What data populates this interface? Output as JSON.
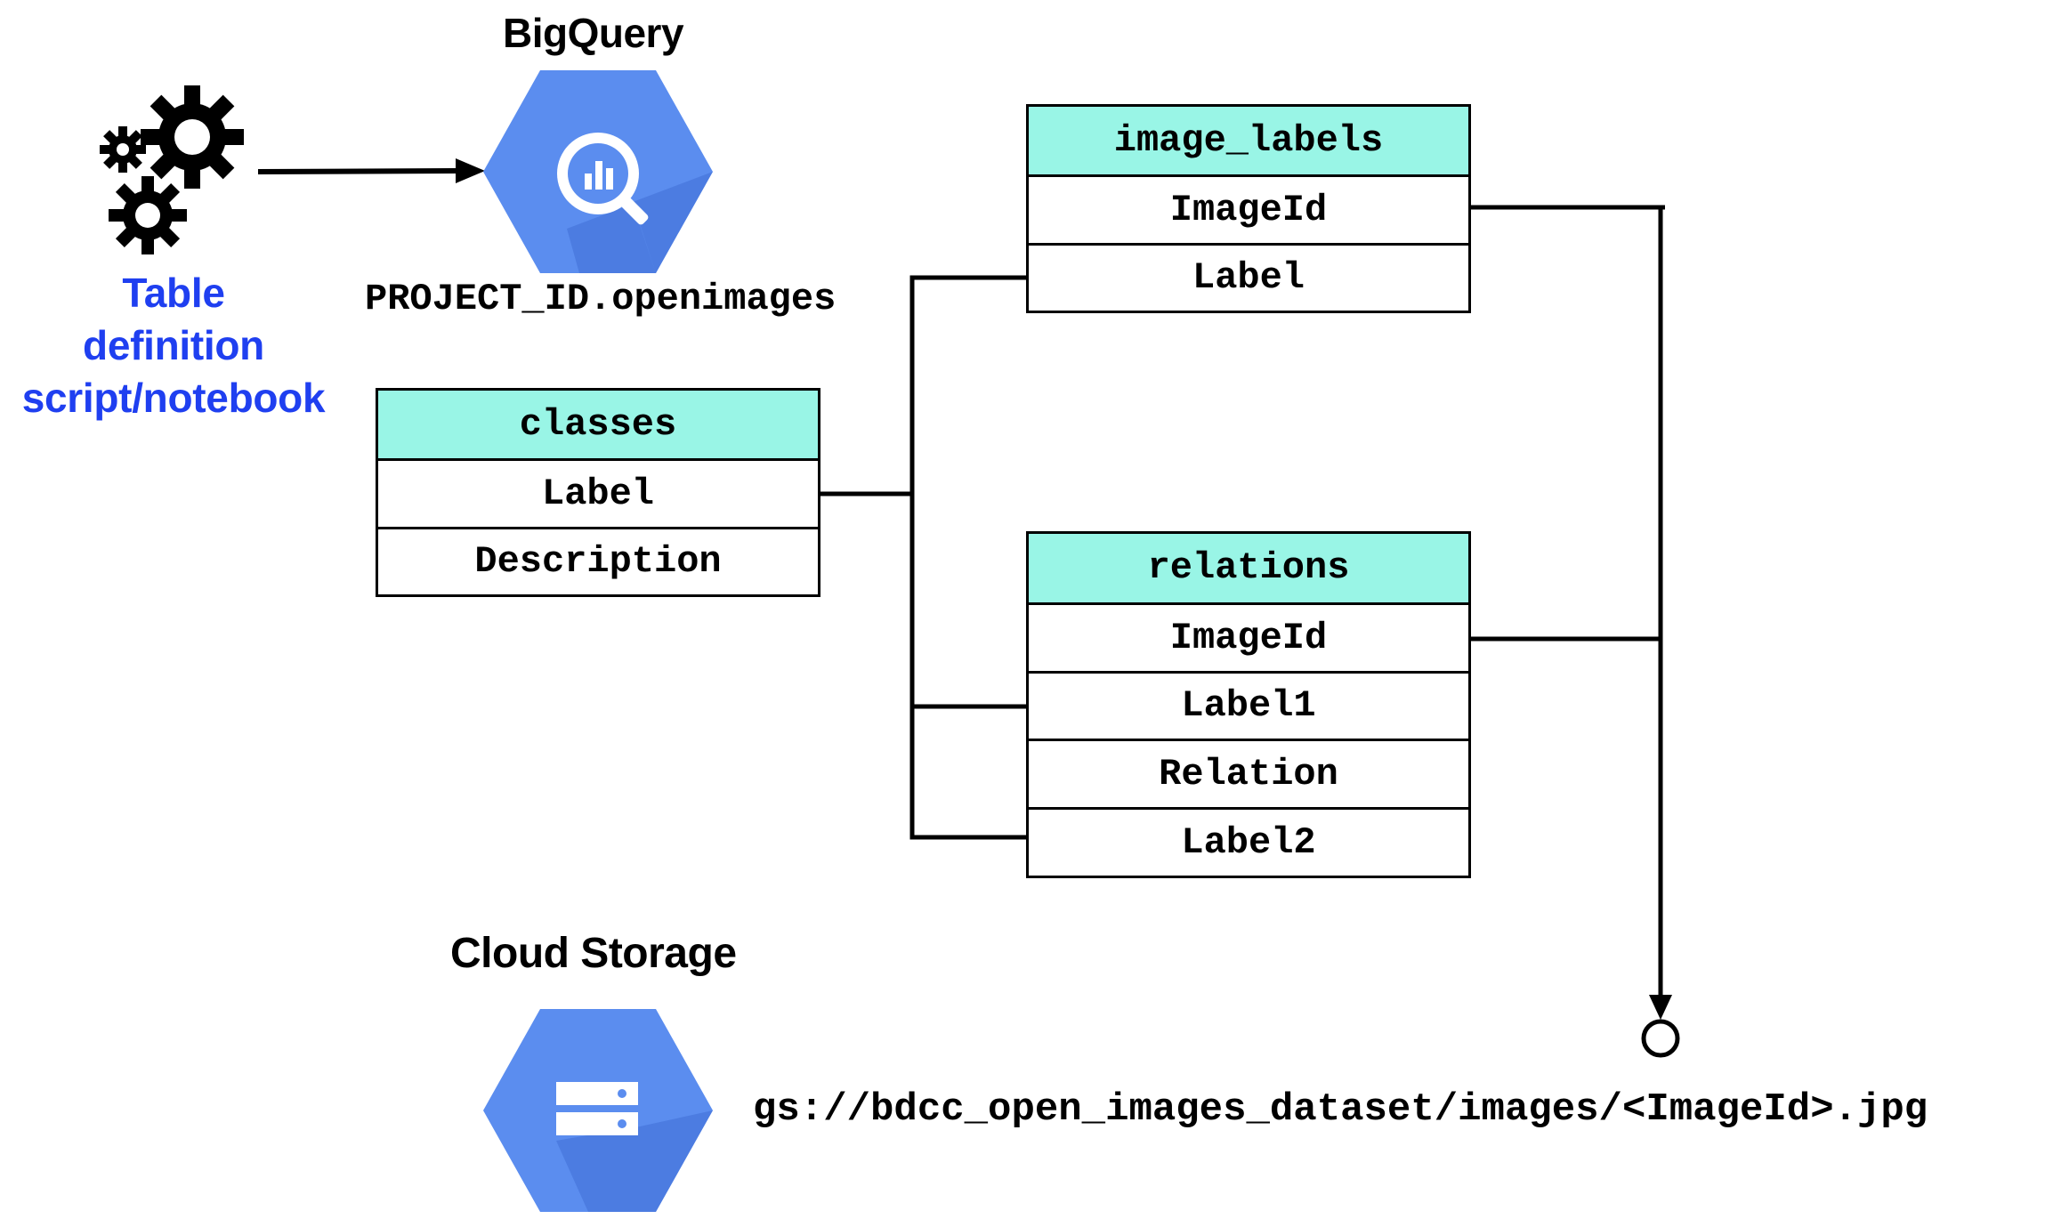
{
  "bigquery": {
    "title": "BigQuery",
    "dataset": "PROJECT_ID.openimages",
    "icon": "bigquery-analytics-icon"
  },
  "script": {
    "label_lines": [
      "Table",
      "definition",
      "script/notebook"
    ],
    "icon": "gears-icon",
    "color": "#1f3ff0"
  },
  "cloud_storage": {
    "title": "Cloud Storage",
    "path": "gs://bdcc_open_images_dataset/images/<ImageId>.jpg",
    "icon": "storage-icon"
  },
  "tables": {
    "image_labels": {
      "name": "image_labels",
      "columns": [
        "ImageId",
        "Label"
      ]
    },
    "classes": {
      "name": "classes",
      "columns": [
        "Label",
        "Description"
      ]
    },
    "relations": {
      "name": "relations",
      "columns": [
        "ImageId",
        "Label1",
        "Relation",
        "Label2"
      ]
    }
  },
  "colors": {
    "table_header": "#99f5e6",
    "hexagon": "#5b8def",
    "hexagon_shadow": "#3f6fd6"
  }
}
